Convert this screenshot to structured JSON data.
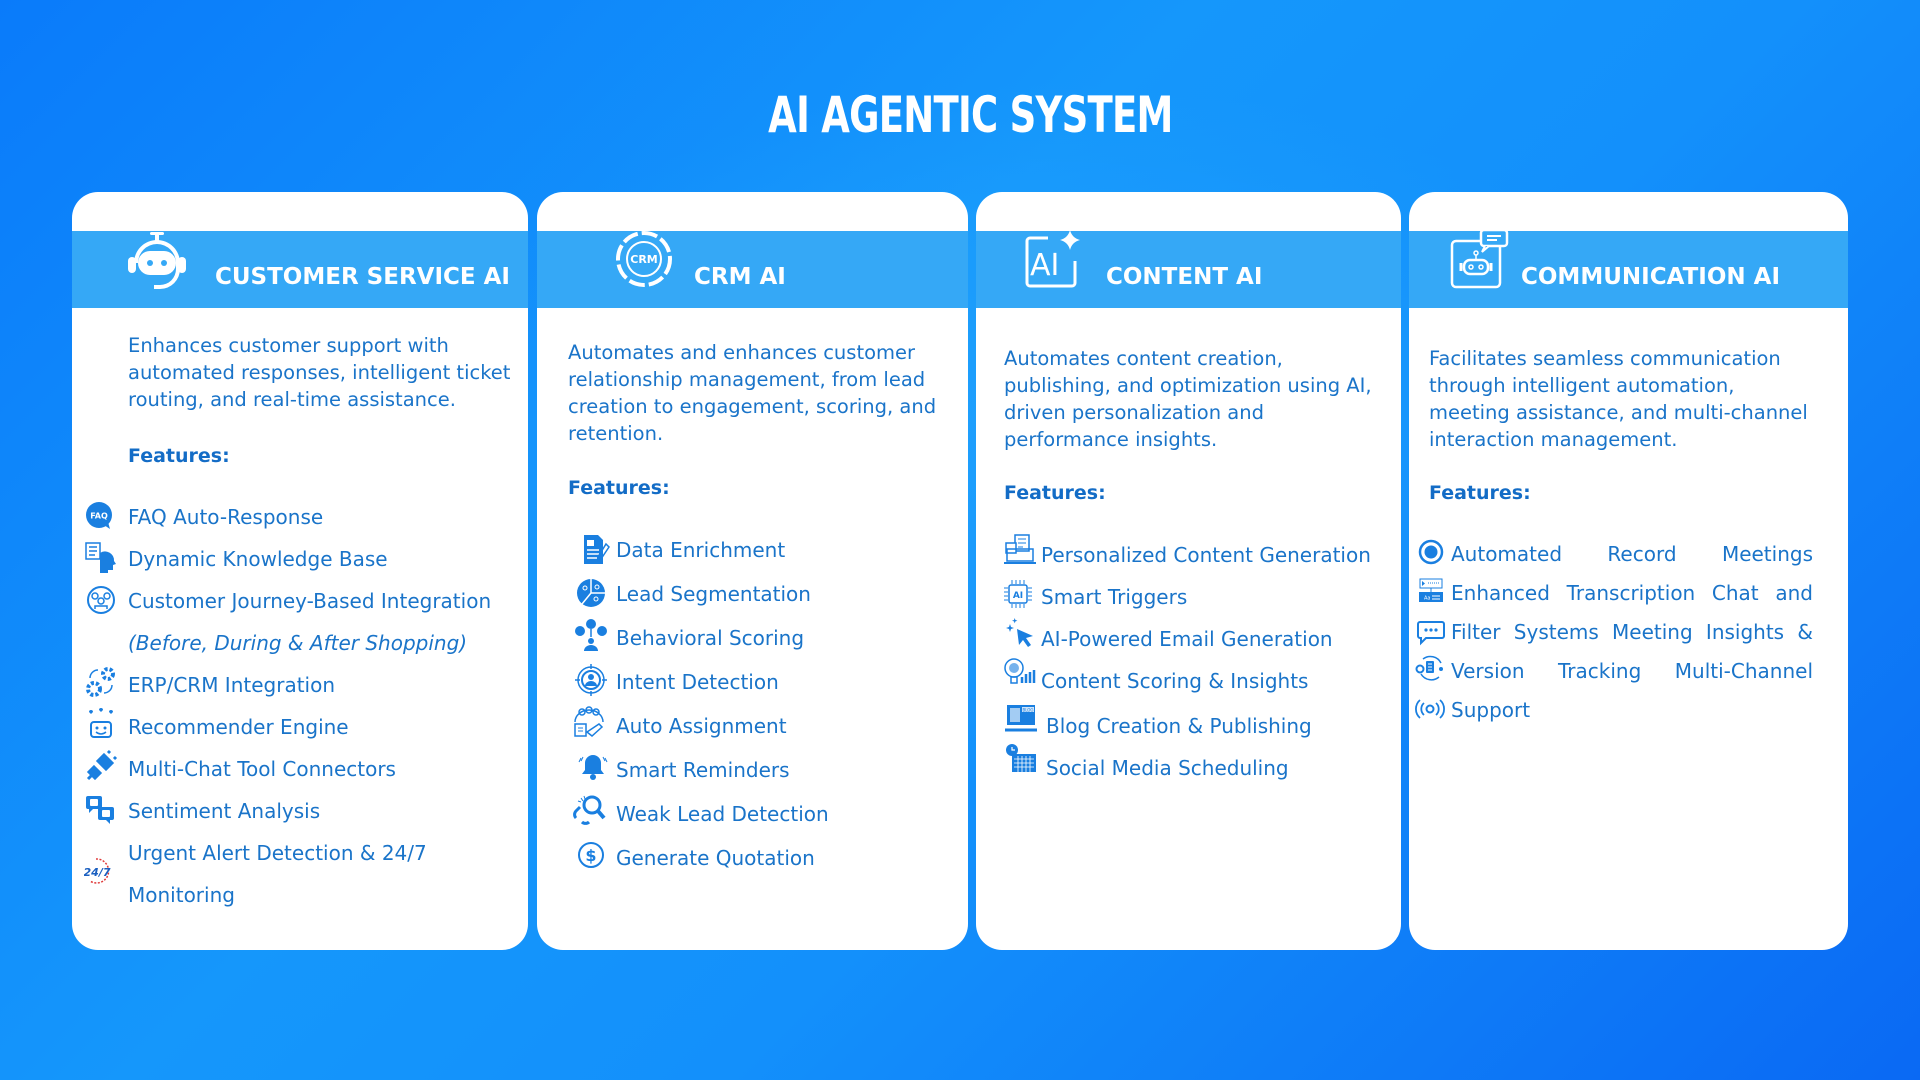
{
  "header": {
    "title": "AI AGENTIC SYSTEM"
  },
  "colors": {
    "background_start": "#0a7bfa",
    "background_end": "#0a69f4",
    "band": "#35a8f6",
    "text": "#1a74c9",
    "card": "#ffffff"
  },
  "cards": [
    {
      "title": "CUSTOMER SERVICE AI",
      "icon": "robot-headset-icon",
      "description": [
        "Enhances customer support with",
        "automated responses, intelligent ticket",
        "routing, and real-time assistance."
      ],
      "features_label": "Features:",
      "features": [
        {
          "label": "FAQ Auto-Response",
          "icon": "faq-bubble-icon"
        },
        {
          "label": "Dynamic Knowledge Base",
          "icon": "knowledge-head-icon"
        },
        {
          "label": "Customer Journey-Based Integration",
          "icon": "customer-journey-icon"
        },
        {
          "label": "(Before, During & After Shopping)",
          "icon": ""
        },
        {
          "label": "ERP/CRM Integration",
          "icon": "gears-sync-icon"
        },
        {
          "label": "Recommender Engine",
          "icon": "robot-hearts-icon"
        },
        {
          "label": "Multi-Chat Tool Connectors",
          "icon": "plug-connector-icon"
        },
        {
          "label": "Sentiment Analysis",
          "icon": "sentiment-chat-icon"
        },
        {
          "label": "Urgent Alert Detection & 24/7",
          "icon": "clock-24-7-icon"
        },
        {
          "label": "Monitoring",
          "icon": ""
        }
      ]
    },
    {
      "title": "CRM AI",
      "icon": "crm-badge-icon",
      "description": [
        "Automates and enhances customer",
        "relationship management, from lead",
        "creation to engagement, scoring, and",
        "retention."
      ],
      "features_label": "Features:",
      "features": [
        {
          "label": "Data Enrichment",
          "icon": "document-edit-icon"
        },
        {
          "label": "Lead Segmentation",
          "icon": "pie-users-icon"
        },
        {
          "label": "Behavioral Scoring",
          "icon": "behavior-faces-icon"
        },
        {
          "label": "Intent Detection",
          "icon": "target-user-icon"
        },
        {
          "label": "Auto Assignment",
          "icon": "team-assign-icon"
        },
        {
          "label": "Smart Reminders",
          "icon": "bell-ringing-icon"
        },
        {
          "label": "Weak Lead Detection",
          "icon": "broken-chain-search-icon"
        },
        {
          "label": "Generate Quotation",
          "icon": "dollar-circle-icon"
        }
      ]
    },
    {
      "title": "CONTENT AI",
      "icon": "ai-sparkle-icon",
      "description": [
        "Automates content creation,",
        "publishing, and optimization using AI,",
        "driven personalization and",
        "performance insights."
      ],
      "features_label": "Features:",
      "features": [
        {
          "label": "Personalized Content Generation",
          "icon": "content-laptop-icon"
        },
        {
          "label": "Smart Triggers",
          "icon": "ai-chip-icon"
        },
        {
          "label": "AI-Powered Email Generation",
          "icon": "sparkle-cursor-icon"
        },
        {
          "label": "Content Scoring & Insights",
          "icon": "bulb-chart-icon"
        },
        {
          "label": "Blog Creation & Publishing",
          "icon": "blog-laptop-icon"
        },
        {
          "label": "Social Media Scheduling",
          "icon": "calendar-clock-icon"
        }
      ]
    },
    {
      "title": "COMMUNICATION AI",
      "icon": "robot-chat-icon",
      "description": [
        "Facilitates seamless communication",
        "through intelligent automation,",
        "meeting assistance, and multi-channel",
        "interaction management."
      ],
      "features_label": "Features:",
      "features": [
        {
          "words": [
            "Automated",
            "Record",
            "Meetings"
          ],
          "icon": "record-dot-icon"
        },
        {
          "words": [
            "Enhanced",
            "Transcription",
            "Chat",
            "and"
          ],
          "icon": "transcription-icon"
        },
        {
          "words": [
            "Filter",
            "Systems",
            "Meeting",
            "Insights",
            "&"
          ],
          "icon": "chat-dots-icon"
        },
        {
          "words": [
            "Version",
            "Tracking",
            "Multi-Channel"
          ],
          "icon": "version-sync-icon"
        },
        {
          "words": [
            "Support"
          ],
          "icon": "broadcast-icon"
        }
      ]
    }
  ]
}
